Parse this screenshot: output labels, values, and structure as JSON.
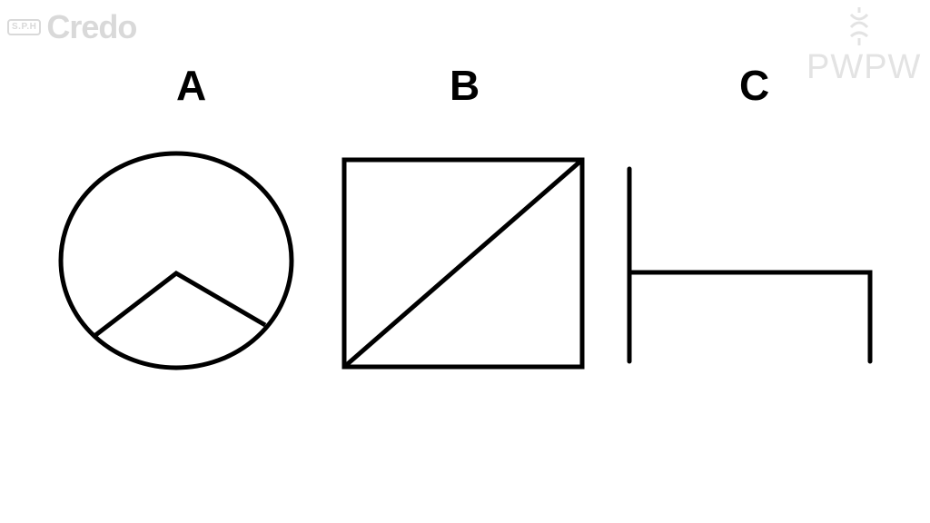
{
  "watermark_left": {
    "badge": "S.P.H",
    "brand": "Credo"
  },
  "watermark_right": {
    "text": "PWPW",
    "icon": "emblem-icon"
  },
  "labels": {
    "a": "A",
    "b": "B",
    "c": "C"
  },
  "colors": {
    "stroke": "#000000",
    "watermark": "#d9d9d9"
  }
}
